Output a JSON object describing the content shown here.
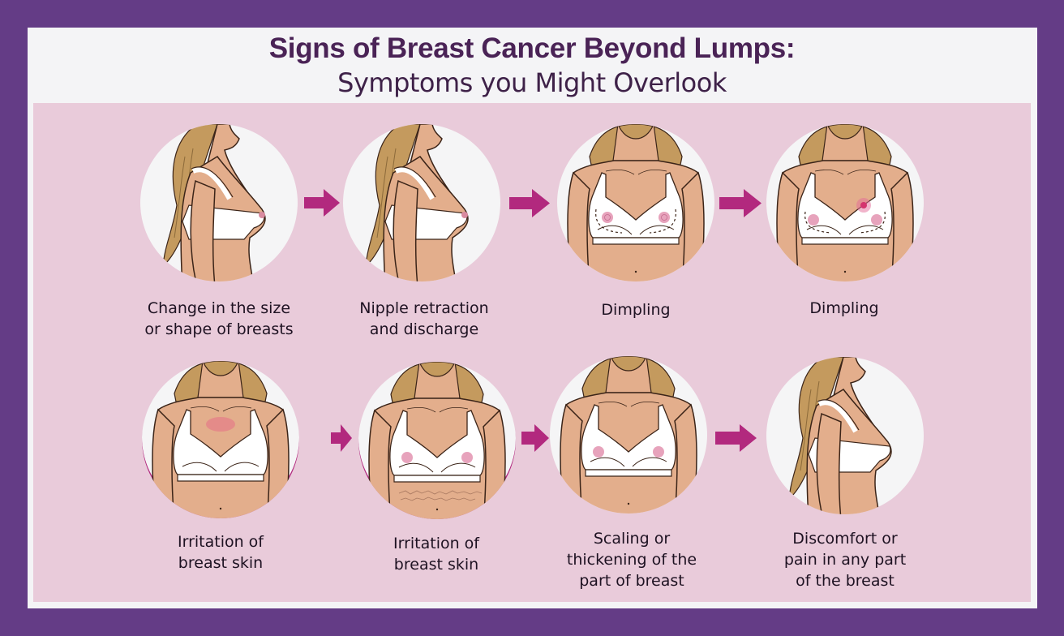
{
  "header": {
    "title": "Signs of Breast Cancer Beyond Lumps:",
    "subtitle": "Symptoms you Might Overlook"
  },
  "colors": {
    "frame": "#643C86",
    "card": "#F4F4F6",
    "panel": "#E9CBDA",
    "title": "#4A2356",
    "arrow": "#B2297E",
    "skin": "#E3AE8C",
    "hair": "#C49A5E",
    "bra": "#FFFFFF",
    "outline": "#3B2418"
  },
  "rows": [
    {
      "items": [
        {
          "view": "side",
          "label_lines": [
            "Change in the size",
            "or shape of breasts"
          ]
        },
        {
          "view": "side",
          "label_lines": [
            "Nipple retraction",
            "and discharge"
          ]
        },
        {
          "view": "front-dimpling",
          "label_lines": [
            "Dimpling"
          ]
        },
        {
          "view": "front-dimpling-spot",
          "label_lines": [
            "Dimpling"
          ]
        }
      ]
    },
    {
      "items": [
        {
          "view": "front-redness",
          "label_lines": [
            "Irritation of",
            "breast skin"
          ]
        },
        {
          "view": "front-scaling",
          "label_lines": [
            "Irritation of",
            "breast skin"
          ]
        },
        {
          "view": "front",
          "label_lines": [
            "Scaling or",
            "thickening of the",
            "part of breast"
          ]
        },
        {
          "view": "side-plain",
          "label_lines": [
            "Discomfort or",
            "pain in any part",
            "of the breast"
          ]
        }
      ]
    }
  ],
  "icons": {
    "arrow": "right-arrow"
  }
}
